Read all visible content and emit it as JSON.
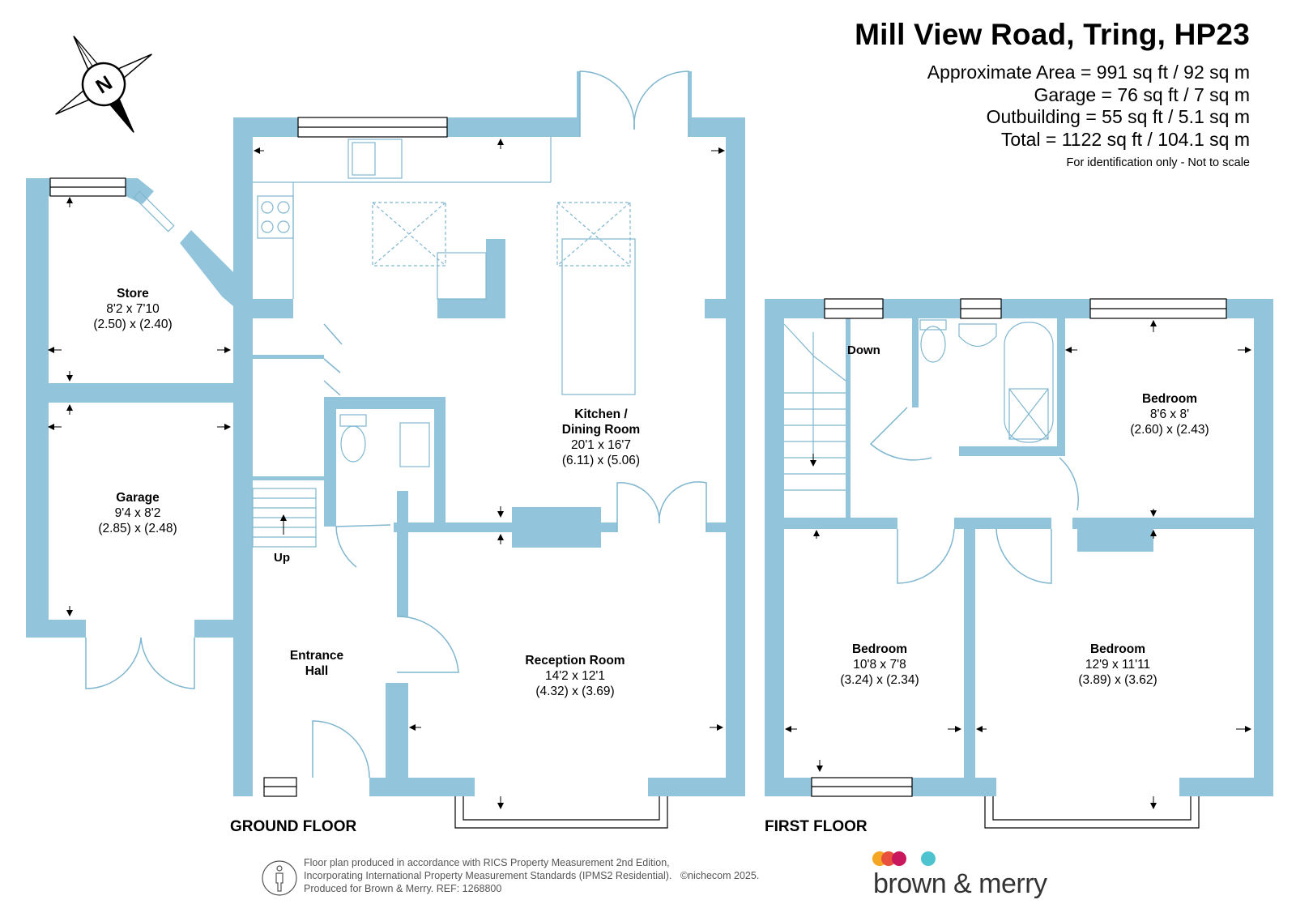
{
  "header": {
    "title": "Mill View Road, Tring, HP23",
    "areas": [
      "Approximate Area = 991 sq ft / 92 sq m",
      "Garage = 76 sq ft / 7 sq m",
      "Outbuilding = 55 sq ft / 5.1 sq m",
      "Total = 1122 sq ft / 104.1 sq m"
    ],
    "note": "For identification only - Not to scale"
  },
  "compass": {
    "letter": "N"
  },
  "colors": {
    "wall": "#92c5dc",
    "fixture": "#7fb6cf",
    "dark": "#000000"
  },
  "rooms": {
    "store": {
      "name": "Store",
      "imperial": "8'2 x 7'10",
      "metric": "(2.50) x (2.40)"
    },
    "garage": {
      "name": "Garage",
      "imperial": "9'4 x 8'2",
      "metric": "(2.85) x (2.48)"
    },
    "kitchen": {
      "name": "Kitchen /",
      "name2": "Dining Room",
      "imperial": "20'1 x 16'7",
      "metric": "(6.11) x (5.06)"
    },
    "hall": {
      "name": "Entrance",
      "name2": "Hall"
    },
    "reception": {
      "name": "Reception Room",
      "imperial": "14'2 x 12'1",
      "metric": "(4.32) x (3.69)"
    },
    "bed_small": {
      "name": "Bedroom",
      "imperial": "8'6 x 8'",
      "metric": "(2.60) x (2.43)"
    },
    "bed_mid": {
      "name": "Bedroom",
      "imperial": "10'8 x 7'8",
      "metric": "(3.24) x (2.34)"
    },
    "bed_large": {
      "name": "Bedroom",
      "imperial": "12'9 x 11'11",
      "metric": "(3.89) x (3.62)"
    }
  },
  "labels": {
    "up": "Up",
    "down": "Down",
    "ground_floor": "GROUND FLOOR",
    "first_floor": "FIRST FLOOR"
  },
  "footer": {
    "lines": [
      "Floor plan produced in accordance with RICS Property Measurement 2nd Edition,",
      "Incorporating International Property Measurement Standards (IPMS2 Residential).",
      "Produced for Brown & Merry.   REF: 1268800"
    ],
    "copyright": "©nichecom 2025."
  },
  "brand": {
    "name": "brown & merry",
    "dots": [
      "#f5a623",
      "#e84f3d",
      "#c8175d",
      "#4ec3d0"
    ]
  }
}
